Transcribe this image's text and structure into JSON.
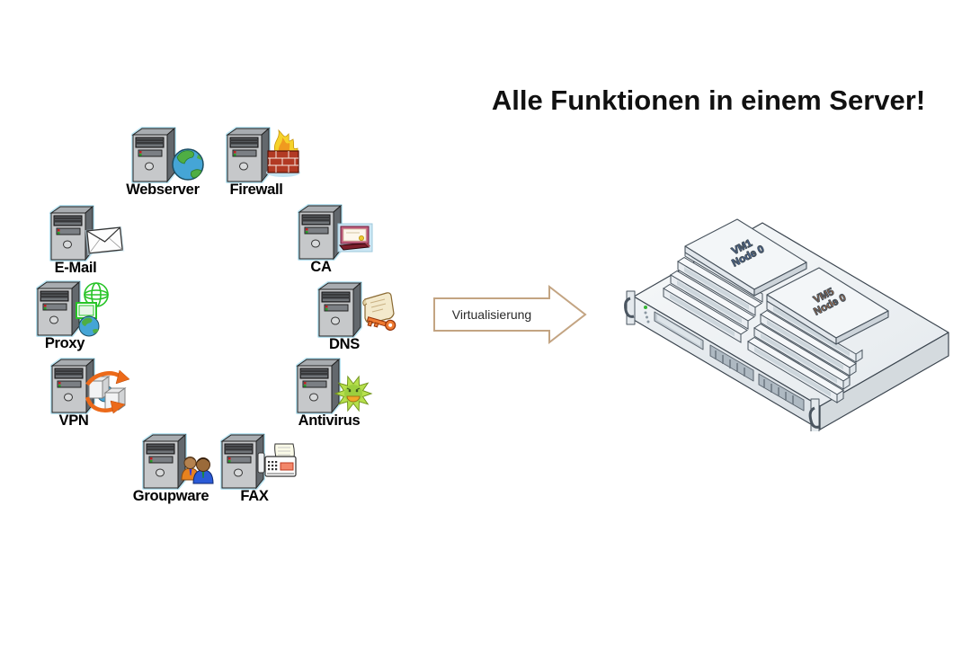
{
  "title": "Alle Funktionen in einem Server!",
  "arrow": {
    "label": "Virtualisierung",
    "border_color": "#c3a482"
  },
  "services": [
    {
      "label": "Webserver",
      "icon": "globe-icon"
    },
    {
      "label": "Firewall",
      "icon": "brick-wall-flame-icon"
    },
    {
      "label": "E-Mail",
      "icon": "envelope-icon"
    },
    {
      "label": "CA",
      "icon": "certificate-icon"
    },
    {
      "label": "Proxy",
      "icon": "wireframe-globe-icon"
    },
    {
      "label": "DNS",
      "icon": "scroll-key-icon"
    },
    {
      "label": "VPN",
      "icon": "tunnel-arrows-icon"
    },
    {
      "label": "Antivirus",
      "icon": "virus-icon"
    },
    {
      "label": "Groupware",
      "icon": "people-icon"
    },
    {
      "label": "FAX",
      "icon": "fax-machine-icon"
    }
  ],
  "server_rack": {
    "vms": [
      {
        "name": "VM1",
        "node": "Node 0",
        "color": "#4472c4"
      },
      {
        "name": "VM5",
        "node": "Node 0",
        "color": "#ed7d31"
      }
    ]
  }
}
